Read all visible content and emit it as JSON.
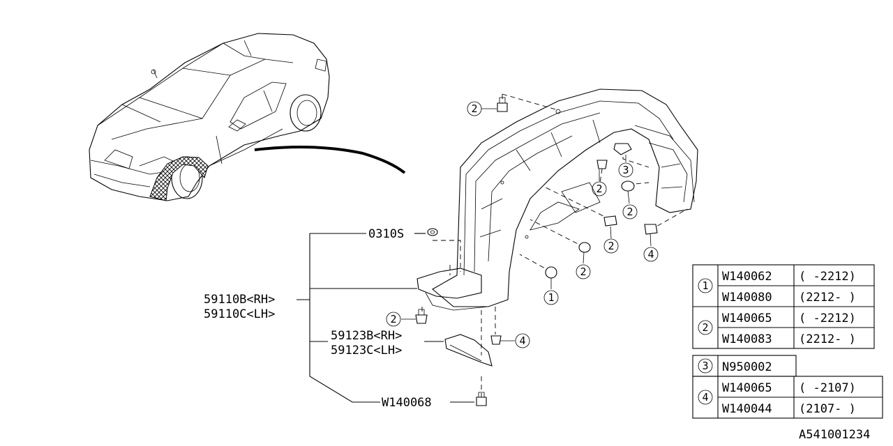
{
  "callouts": {
    "c1": "1",
    "c2a": "2",
    "c2b": "2",
    "c2c": "2",
    "c2d": "2",
    "c2e": "2",
    "c2f": "2",
    "c3": "3",
    "c4a": "4",
    "c4b": "4"
  },
  "labels": {
    "grommet": "0310S",
    "liner_rh": "59110B<RH>",
    "liner_lh": "59110C<LH>",
    "flap_rh": "59123B<RH>",
    "flap_lh": "59123C<LH>",
    "screw": "W140068",
    "diagram_id": "A541001234"
  },
  "legend": {
    "table1": [
      {
        "ref": "1",
        "rows": [
          {
            "part": "W140062",
            "range": "( -2212)"
          },
          {
            "part": "W140080",
            "range": "(2212- )"
          }
        ]
      },
      {
        "ref": "2",
        "rows": [
          {
            "part": "W140065",
            "range": "( -2212)"
          },
          {
            "part": "W140083",
            "range": "(2212- )"
          }
        ]
      }
    ],
    "table2": [
      {
        "ref": "3",
        "rows": [
          {
            "part": "N950002",
            "range": ""
          }
        ]
      },
      {
        "ref": "4",
        "rows": [
          {
            "part": "W140065",
            "range": "( -2107)"
          },
          {
            "part": "W140044",
            "range": "(2107- )"
          }
        ]
      }
    ]
  }
}
